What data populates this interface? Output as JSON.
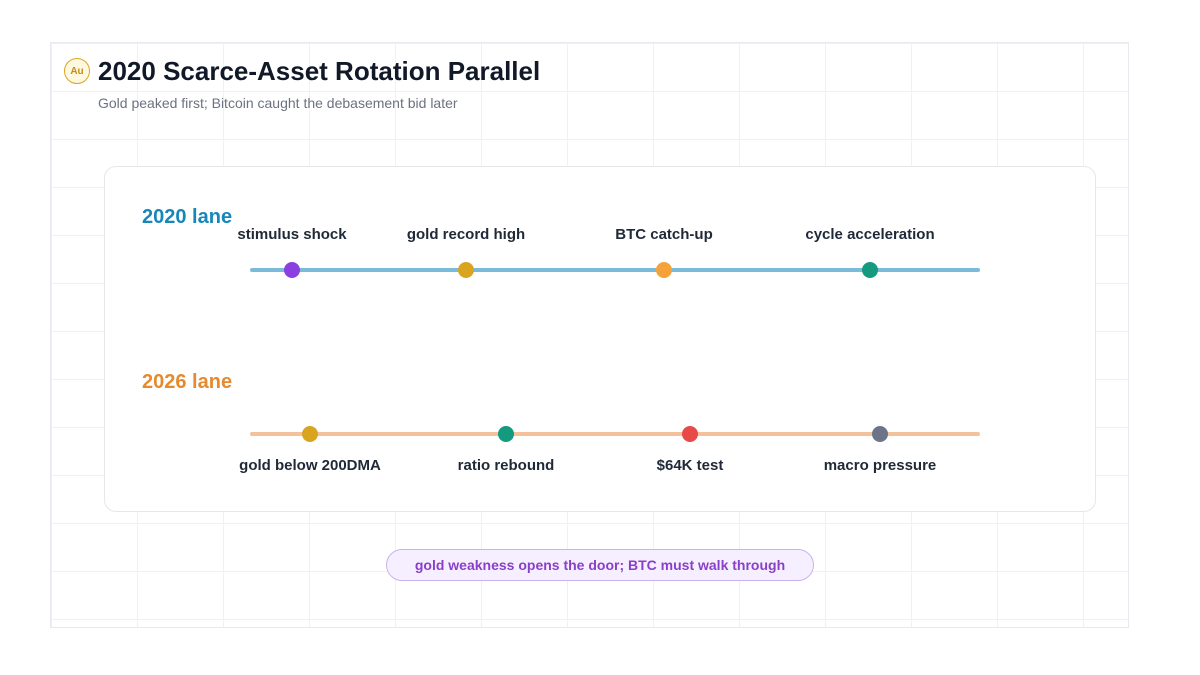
{
  "header": {
    "badge_text": "Au",
    "title": "2020 Scarce-Asset Rotation Parallel",
    "subtitle": "Gold peaked first; Bitcoin caught the debasement bid later"
  },
  "lanes": [
    {
      "label": "2020 lane",
      "color": "#1787b9",
      "line_color": "#7cbad9",
      "events": [
        {
          "label": "stimulus shock",
          "color": "#8b3fe0"
        },
        {
          "label": "gold record high",
          "color": "#d9a521"
        },
        {
          "label": "BTC catch-up",
          "color": "#f5a23a"
        },
        {
          "label": "cycle acceleration",
          "color": "#149a7e"
        }
      ]
    },
    {
      "label": "2026 lane",
      "color": "#e58a2e",
      "line_color": "#f3c29a",
      "events": [
        {
          "label": "gold below 200DMA",
          "color": "#d9a521"
        },
        {
          "label": "ratio rebound",
          "color": "#149a7e"
        },
        {
          "label": "$64K test",
          "color": "#e84a4a"
        },
        {
          "label": "macro pressure",
          "color": "#6b7488"
        }
      ]
    }
  ],
  "callout": {
    "text": "gold weakness opens the door; BTC must walk through"
  }
}
